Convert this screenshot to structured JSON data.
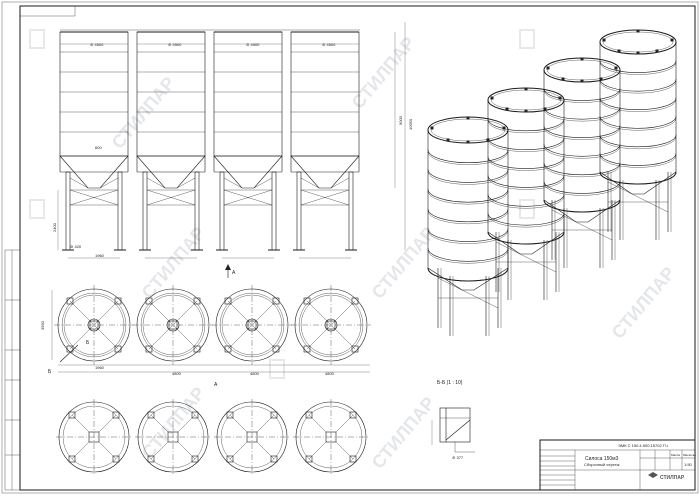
{
  "watermark": {
    "text": "СТИЛПАР",
    "logo_text": "СТИЛПАР"
  },
  "front_view": {
    "diameter_labels": [
      "⊘ 4500",
      "⊘ 4500",
      "⊘ 4500",
      "⊘ 4500"
    ],
    "height_total": "10950",
    "height_body": "9000",
    "height_support": "2400",
    "leg_span": "1960",
    "leg_width": "⊘ 420",
    "cone_label": "600"
  },
  "plan_view": {
    "section_marker_A": "A",
    "section_marker_B": "Б",
    "width_label": "3950",
    "spacing_labels": [
      "1960",
      "4800",
      "4800",
      "4800"
    ],
    "view_label": "A"
  },
  "section_view": {
    "title": "Б-Б  (1 : 10)",
    "dim": "⊘ 377"
  },
  "title_block": {
    "code": "ЭМК С 150.4.500.15702 ГЧ",
    "name_line1": "Силоса 150м3",
    "name_line2": "Сборочный чертеж",
    "sheet": "1:50",
    "mass_label": "Масса",
    "scale_label": "Масштаб"
  }
}
